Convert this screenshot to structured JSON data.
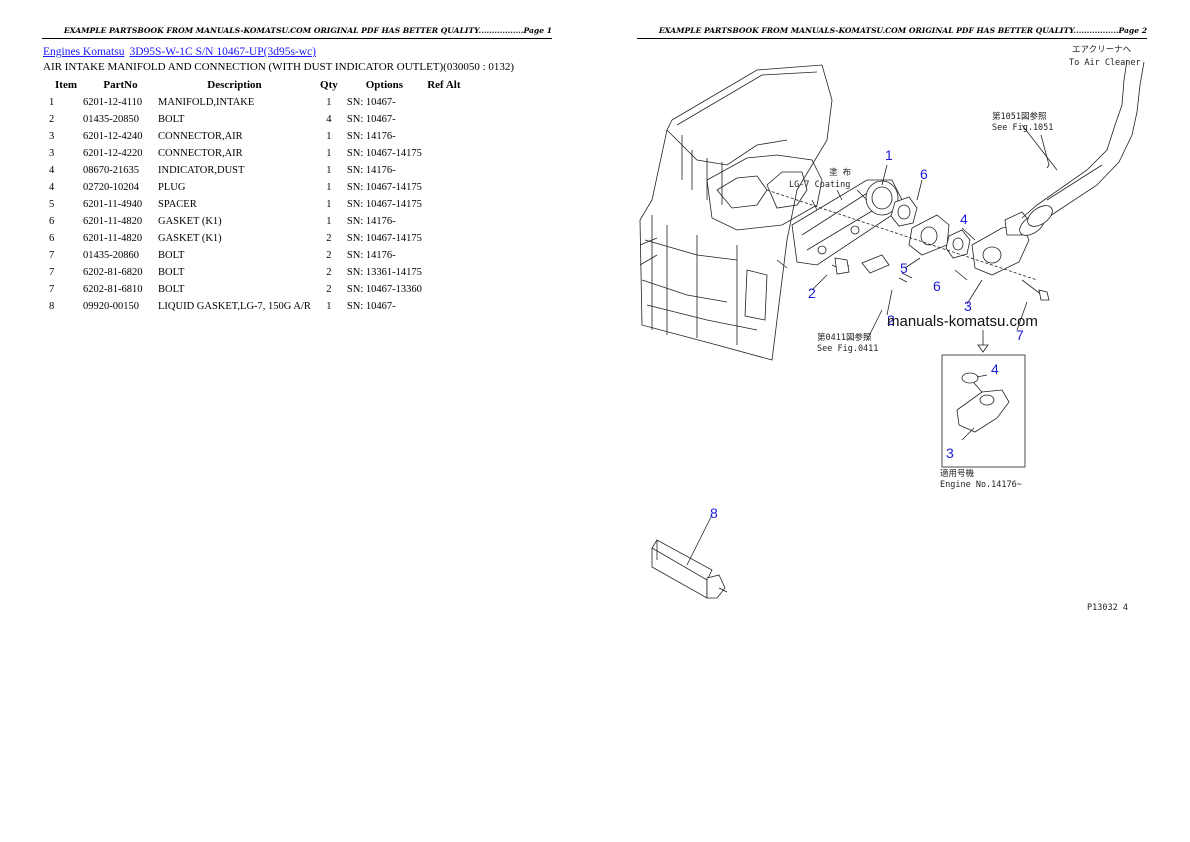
{
  "header_left": "EXAMPLE PARTSBOOK FROM MANUALS-KOMATSU.COM ORIGINAL PDF HAS BETTER QUALITY.................Page 1",
  "header_right": "EXAMPLE PARTSBOOK FROM MANUALS-KOMATSU.COM ORIGINAL PDF HAS BETTER QUALITY.................Page 2",
  "breadcrumb": {
    "link1": "Engines Komatsu",
    "link2": "3D95S-W-1C S/N 10467-UP(3d95s-wc)"
  },
  "title": "AIR INTAKE MANIFOLD AND CONNECTION (WITH DUST INDICATOR OUTLET)(030050 : 0132)",
  "columns": {
    "item": "Item",
    "partno": "PartNo",
    "desc": "Description",
    "qty": "Qty",
    "options": "Options",
    "refalt": "Ref Alt"
  },
  "rows": [
    {
      "item": "1",
      "partno": "6201-12-4110",
      "desc": "MANIFOLD,INTAKE",
      "qty": "1",
      "options": "SN: 10467-"
    },
    {
      "item": "2",
      "partno": "01435-20850",
      "desc": "BOLT",
      "qty": "4",
      "options": "SN: 10467-"
    },
    {
      "item": "3",
      "partno": "6201-12-4240",
      "desc": "CONNECTOR,AIR",
      "qty": "1",
      "options": "SN: 14176-"
    },
    {
      "item": "3",
      "partno": "6201-12-4220",
      "desc": "CONNECTOR,AIR",
      "qty": "1",
      "options": "SN: 10467-14175"
    },
    {
      "item": "4",
      "partno": "08670-21635",
      "desc": "INDICATOR,DUST",
      "qty": "1",
      "options": "SN: 14176-"
    },
    {
      "item": "4",
      "partno": "02720-10204",
      "desc": "PLUG",
      "qty": "1",
      "options": "SN: 10467-14175"
    },
    {
      "item": "5",
      "partno": "6201-11-4940",
      "desc": "SPACER",
      "qty": "1",
      "options": "SN: 10467-14175"
    },
    {
      "item": "6",
      "partno": "6201-11-4820",
      "desc": "GASKET (K1)",
      "qty": "1",
      "options": "SN: 14176-"
    },
    {
      "item": "6",
      "partno": "6201-11-4820",
      "desc": "GASKET (K1)",
      "qty": "2",
      "options": "SN: 10467-14175"
    },
    {
      "item": "7",
      "partno": "01435-20860",
      "desc": "BOLT",
      "qty": "2",
      "options": "SN: 14176-"
    },
    {
      "item": "7",
      "partno": "6202-81-6820",
      "desc": "BOLT",
      "qty": "2",
      "options": "SN: 13361-14175"
    },
    {
      "item": "7",
      "partno": "6202-81-6810",
      "desc": "BOLT",
      "qty": "2",
      "options": "SN: 10467-13360"
    },
    {
      "item": "8",
      "partno": "09920-00150",
      "desc": "LIQUID GASKET,LG-7, 150G A/R",
      "qty": "1",
      "options": "SN: 10467-"
    }
  ],
  "diagram": {
    "watermark": "manuals-komatsu.com",
    "notes": {
      "air_cleaner_jp": "エアクリーナへ",
      "air_cleaner_en": "To Air Cleaner",
      "fig1051_jp": "第1051図参照",
      "fig1051_en": "See Fig.1051",
      "coating_jp": "塗 布",
      "coating_en": "LG-7 Coating",
      "fig0411_jp": "第0411図参照",
      "fig0411_en": "See Fig.0411",
      "engine_jp": "適用号機",
      "engine_en": "Engine No.14176~",
      "figure_code": "P13032 4"
    },
    "callouts": {
      "c1": "1",
      "c6a": "6",
      "c4a": "4",
      "c5": "5",
      "c6b": "6",
      "c2a": "2",
      "c3a": "3",
      "c2b": "2",
      "c7": "7",
      "c4b": "4",
      "c3b": "3",
      "c8": "8"
    }
  }
}
